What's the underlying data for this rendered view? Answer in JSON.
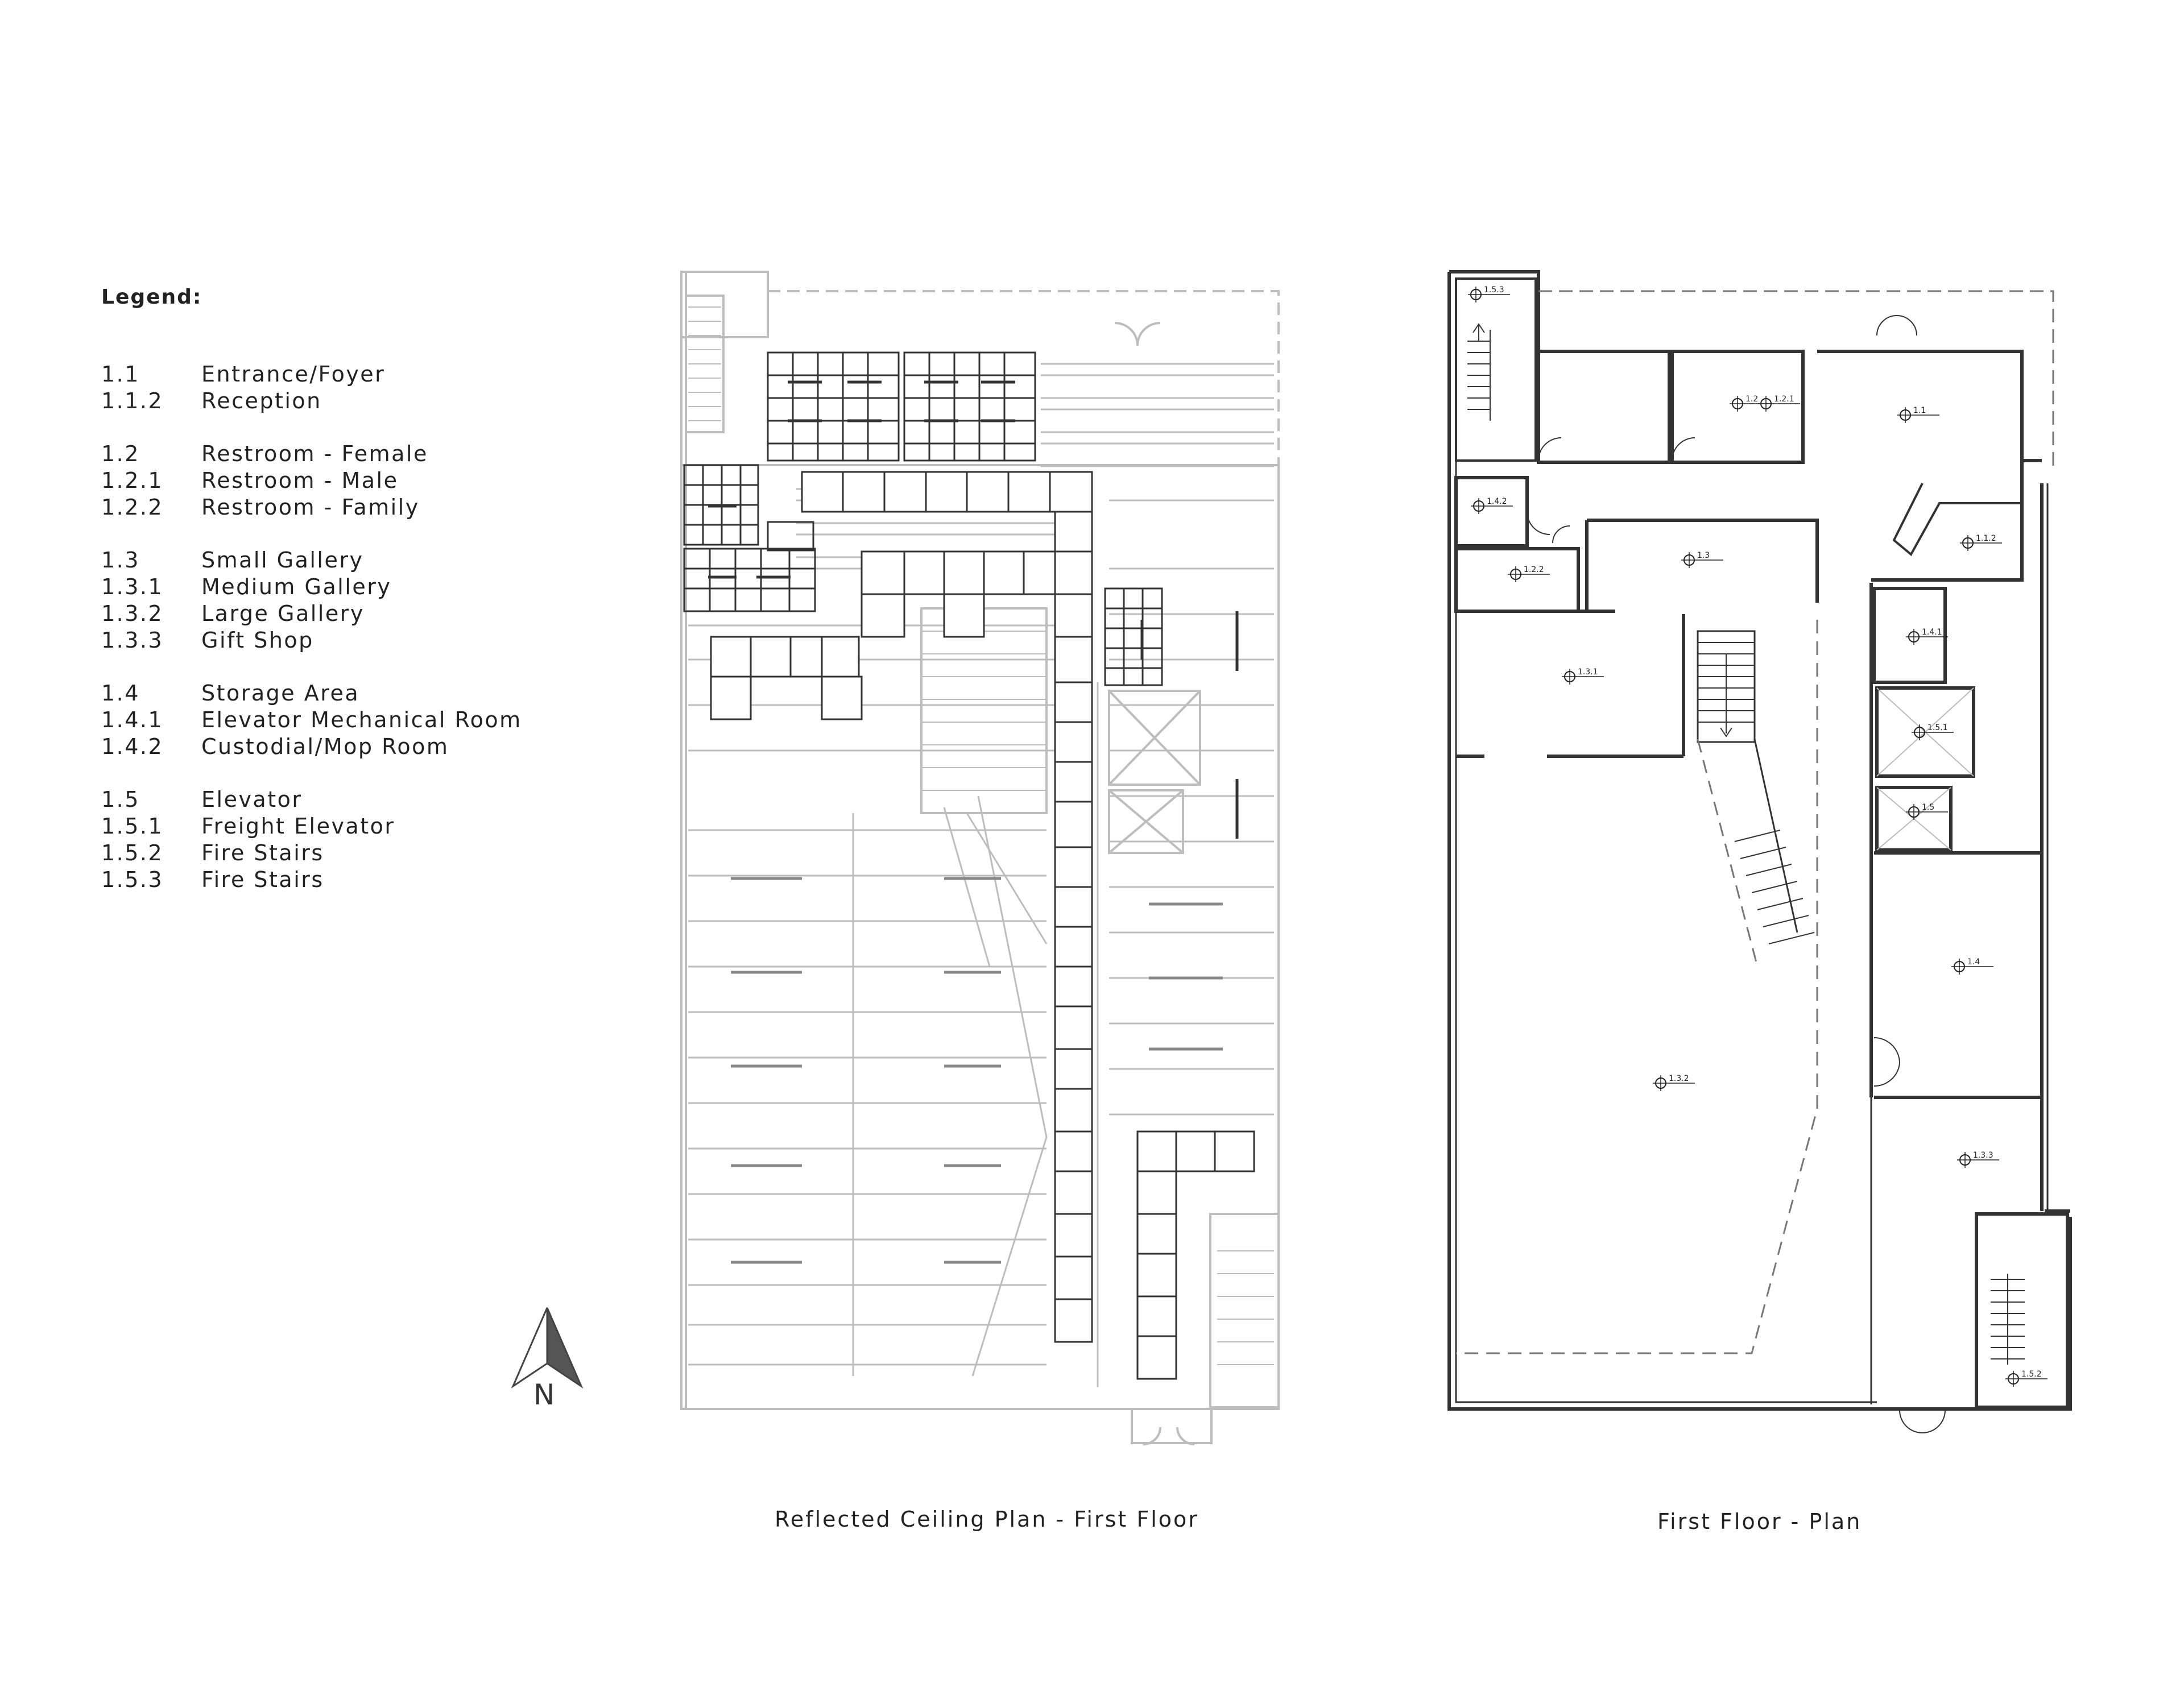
{
  "legend": {
    "title": "Legend:",
    "groups": [
      [
        {
          "code": "1.1",
          "label": "Entrance/Foyer"
        },
        {
          "code": "1.1.2",
          "label": "Reception"
        }
      ],
      [
        {
          "code": "1.2",
          "label": "Restroom - Female"
        },
        {
          "code": "1.2.1",
          "label": "Restroom - Male"
        },
        {
          "code": "1.2.2",
          "label": "Restroom - Family"
        }
      ],
      [
        {
          "code": "1.3",
          "label": "Small Gallery"
        },
        {
          "code": "1.3.1",
          "label": "Medium Gallery"
        },
        {
          "code": "1.3.2",
          "label": "Large Gallery"
        },
        {
          "code": "1.3.3",
          "label": "Gift Shop"
        }
      ],
      [
        {
          "code": "1.4",
          "label": "Storage Area"
        },
        {
          "code": "1.4.1",
          "label": "Elevator Mechanical Room"
        },
        {
          "code": "1.4.2",
          "label": "Custodial/Mop Room"
        }
      ],
      [
        {
          "code": "1.5",
          "label": "Elevator"
        },
        {
          "code": "1.5.1",
          "label": "Freight Elevator"
        },
        {
          "code": "1.5.2",
          "label": "Fire Stairs"
        },
        {
          "code": "1.5.3",
          "label": "Fire Stairs"
        }
      ]
    ]
  },
  "north_label": "N",
  "captions": {
    "ceiling_plan": "Reflected Ceiling Plan - First Floor",
    "floor_plan": "First Floor - Plan"
  },
  "room_tags": [
    "1.5.3",
    "1.2.1",
    "1.2",
    "1.1",
    "1.4.2",
    "1.1.2",
    "1.3",
    "1.2.2",
    "1.4.1",
    "1.3.1",
    "1.5.1",
    "1.5",
    "1.4",
    "1.3.2",
    "1.3.3",
    "1.5.2"
  ],
  "colors": {
    "line_dark": "#333333",
    "line_light": "#b8b8b8",
    "wall_fill": "#cfcfcf"
  }
}
